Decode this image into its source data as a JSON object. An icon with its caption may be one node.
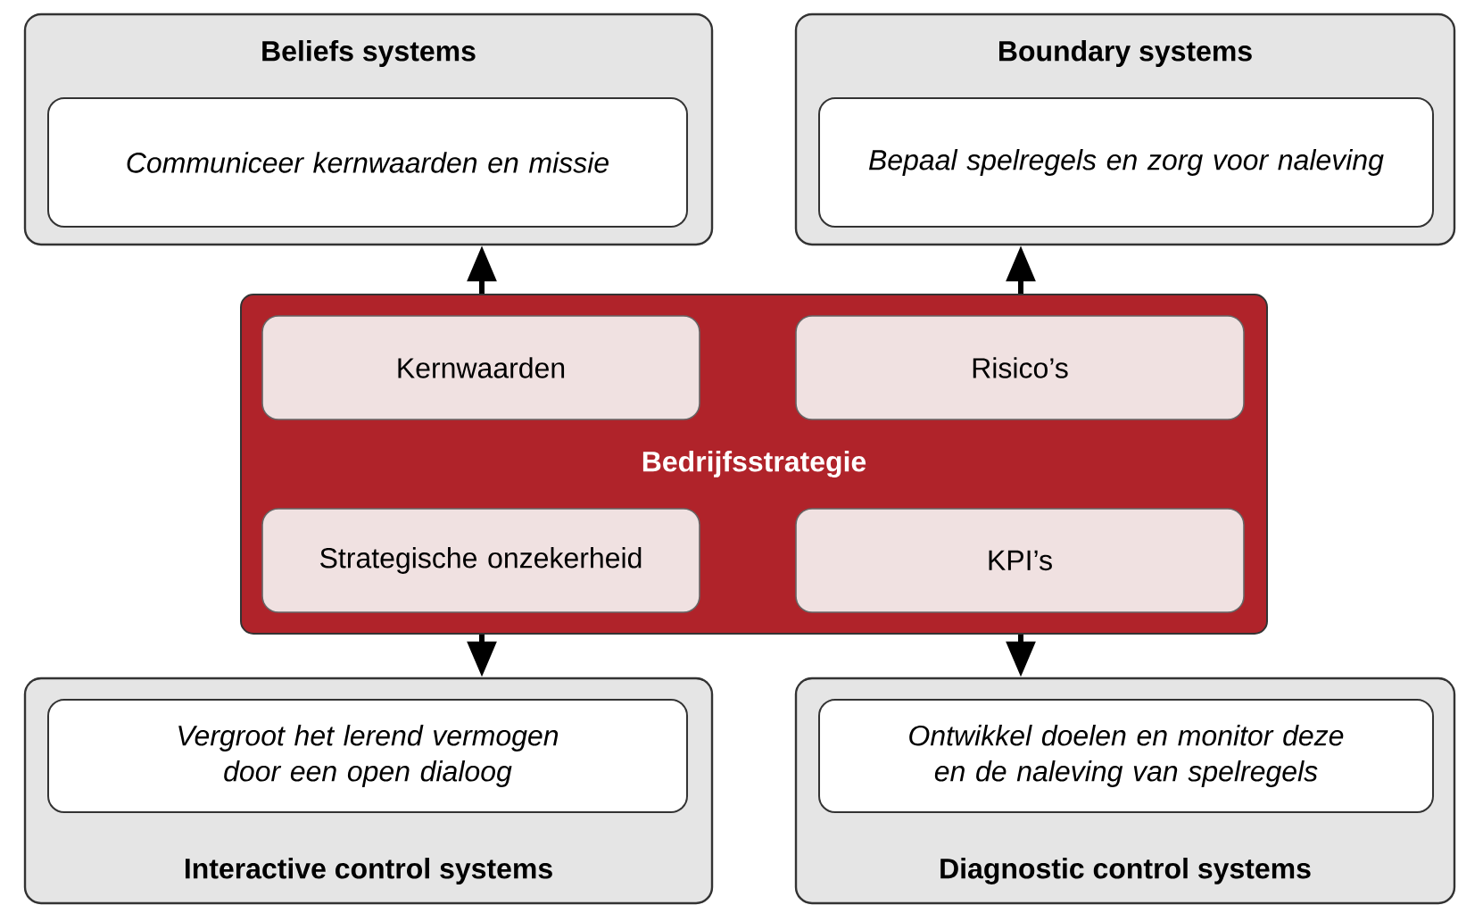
{
  "diagram": {
    "nodes": [
      {
        "text": [
          "Beliefs systems"
        ]
      },
      {
        "text": [
          "Communiceer kernwaarden en missie"
        ],
        "in": 0
      },
      {
        "text": [
          "Boundary systems"
        ]
      },
      {
        "text": [
          "Bepaal spelregels en zorg voor naleving"
        ],
        "in": 2
      },
      {
        "text": [
          "Bedrijfsstrategie"
        ]
      },
      {
        "text": [
          "Kernwaarden"
        ],
        "in": 4
      },
      {
        "text": [
          "Risico’s"
        ],
        "in": 4
      },
      {
        "text": [
          "Strategische onzekerheid"
        ],
        "in": 4
      },
      {
        "text": [
          "KPI’s"
        ],
        "in": 4
      },
      {
        "text": [
          "Interactive control systems"
        ]
      },
      {
        "text": [
          "Vergroot het lerend vermogen door een open dialoog"
        ],
        "in": 9
      },
      {
        "text": [
          "Diagnostic control systems"
        ]
      },
      {
        "text": [
          "Ontwikkel doelen en monitor deze en de naleving van spelregels"
        ],
        "in": 11
      }
    ],
    "edges": [
      {
        "from": 4,
        "to": 0,
        "arrow": "to"
      },
      {
        "from": 4,
        "to": 2,
        "arrow": "to"
      },
      {
        "from": 4,
        "to": 9,
        "arrow": "to"
      },
      {
        "from": 4,
        "to": 11,
        "arrow": "to"
      }
    ]
  }
}
